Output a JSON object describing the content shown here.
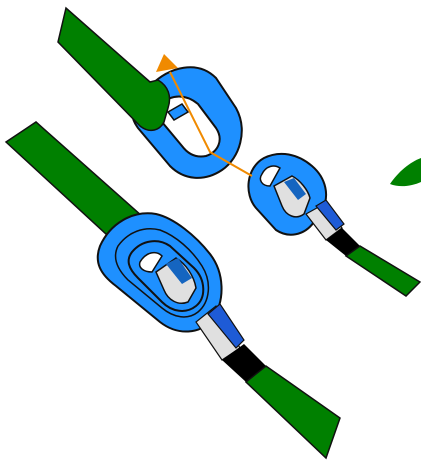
{
  "figure": {
    "panels": [
      {
        "id": "separated-buckle",
        "state": "unfastened"
      },
      {
        "id": "fastened-buckle",
        "state": "fastened"
      }
    ],
    "arrow": {
      "meaning": "insertion-direction"
    }
  },
  "colors": {
    "strap_green": "#008000",
    "buckle_blue": "#1E90FF",
    "buckle_blue_dark": "#1565C0",
    "tongue_gray": "#E0E0E0",
    "band_black": "#000000",
    "band_blue": "#1E5BD6",
    "arrow_orange": "#F08A00",
    "outline": "#111111"
  }
}
